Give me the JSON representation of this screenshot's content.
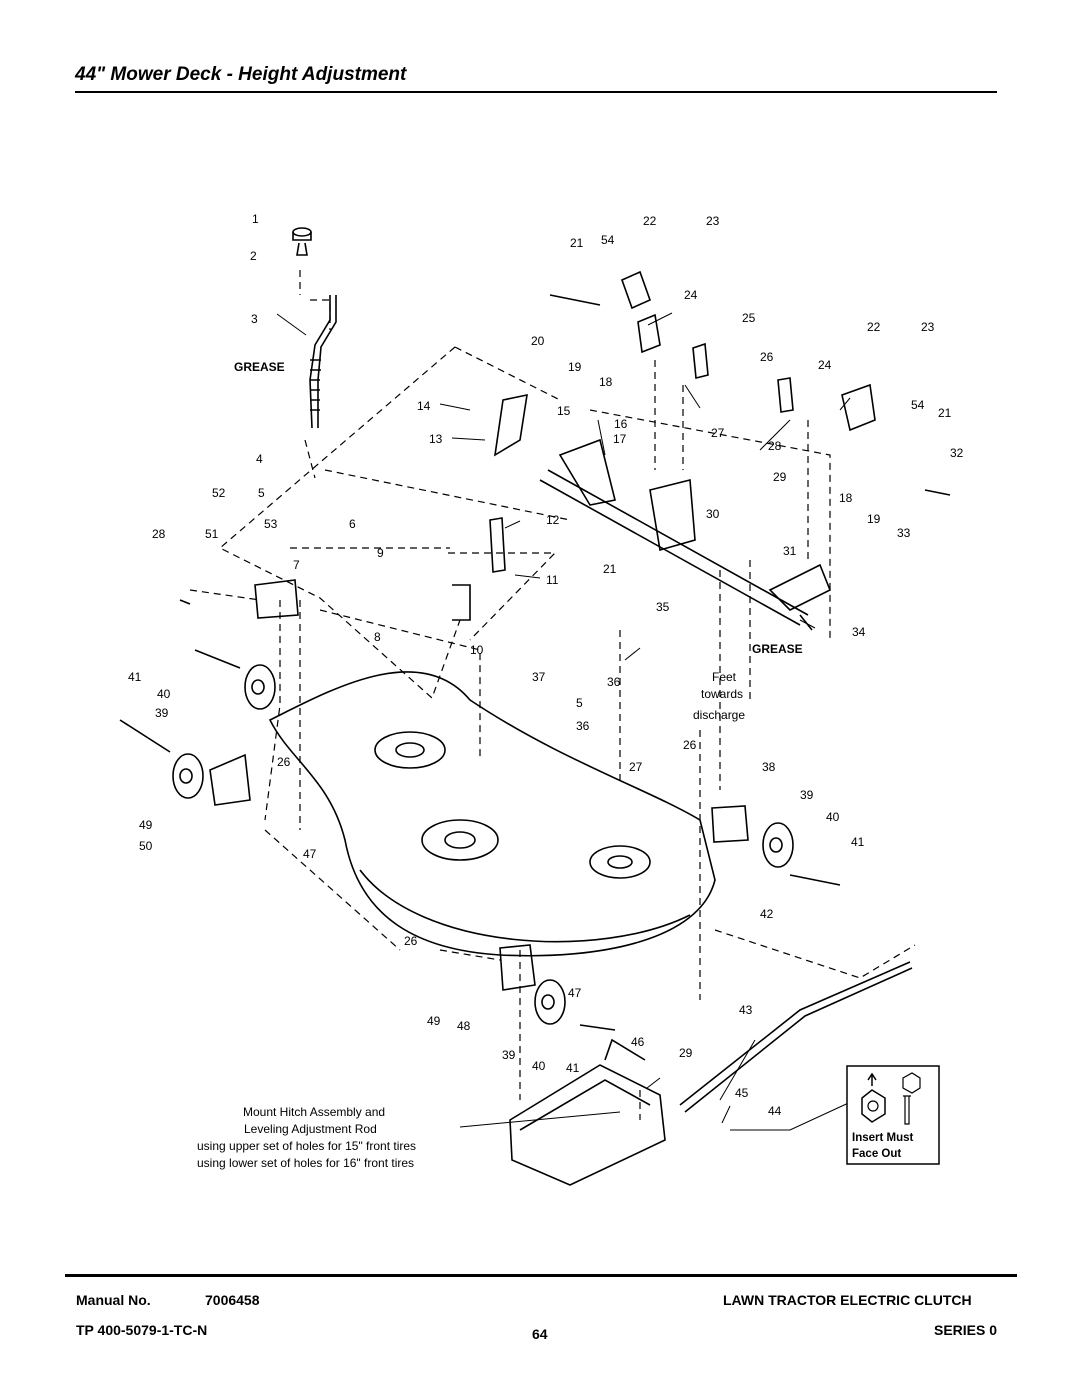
{
  "page": {
    "title": "44\" Mower Deck - Height Adjustment"
  },
  "diagram": {
    "grease_label_1": "GREASE",
    "grease_label_2": "GREASE",
    "feet_note": [
      "Feet",
      "towards",
      "discharge"
    ],
    "hitch_note": [
      "Mount Hitch Assembly and",
      "Leveling Adjustment Rod",
      "using upper set of holes for 15\" front tires",
      "using lower set of holes for 16\" front tires"
    ],
    "inset_note": [
      "Insert Must",
      "Face Out"
    ],
    "callouts": [
      "1",
      "2",
      "3",
      "4",
      "5",
      "52",
      "28",
      "51",
      "53",
      "6",
      "7",
      "9",
      "8",
      "14",
      "13",
      "15",
      "16",
      "17",
      "12",
      "11",
      "21",
      "10",
      "22",
      "23",
      "21",
      "54",
      "24",
      "20",
      "19",
      "18",
      "25",
      "26",
      "27",
      "28",
      "29",
      "30",
      "31",
      "22",
      "23",
      "24",
      "54",
      "21",
      "32",
      "18",
      "19",
      "33",
      "35",
      "34",
      "37",
      "36",
      "5",
      "36",
      "41",
      "40",
      "39",
      "26",
      "49",
      "50",
      "47",
      "26",
      "27",
      "38",
      "39",
      "40",
      "41",
      "42",
      "26",
      "47",
      "49",
      "48",
      "39",
      "40",
      "41",
      "46",
      "29",
      "43",
      "45",
      "44"
    ]
  },
  "footer": {
    "manual_label": "Manual No.",
    "manual_number": "7006458",
    "tp_code": "TP 400-5079-1-TC-N",
    "page_number": "64",
    "product": "LAWN TRACTOR ELECTRIC CLUTCH",
    "series": "SERIES 0"
  }
}
